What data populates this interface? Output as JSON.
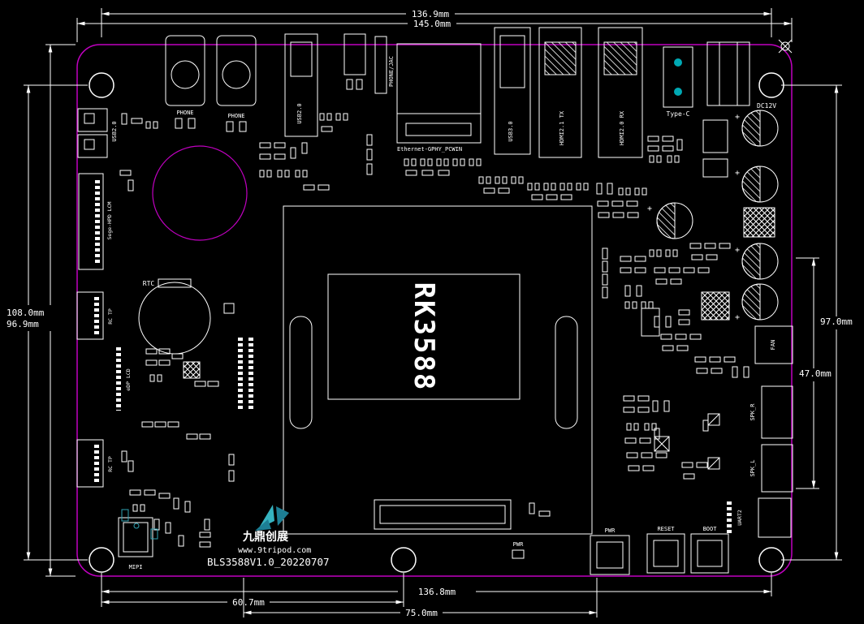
{
  "colors": {
    "background": "#000000",
    "silkscreen": "#ffffff",
    "board_outline": "#c000c0",
    "watermark": "#2fa3b4",
    "typec_pad": "#00a9b4"
  },
  "dimensions": {
    "top_inner": "136.9mm",
    "top_outer": "145.0mm",
    "left_outer": "108.0mm",
    "left_inner": "96.9mm",
    "right_outer": "97.0mm",
    "right_inner": "47.0mm",
    "bottom_full": "136.8mm",
    "bottom_left": "60.7mm",
    "bottom_right": "75.0mm"
  },
  "cpu": {
    "label": "RK3588"
  },
  "connectors": {
    "phone1_label": "PHONE",
    "phone2_label": "PHONE",
    "usb20_top_label": "USB2.0",
    "headphone_label": "PHONE/JAC",
    "ethernet_label": "Ethernet-GPHY_PCWIN",
    "usb30_label": "USB3.0",
    "hdmi_tx_label": "HDMI2.1 TX",
    "hdmi_rx_label": "HDMI2.0 RX",
    "typec_label": "Type-C",
    "dc_jack_label": "DC12V",
    "usb20_left_label": "USB2.0",
    "lcm_label": "Sege-HPD LCM",
    "touch1_label": "RC TP",
    "edp_label": "eDP LCD",
    "touch2_label": "RC TP",
    "mipi_label": "MIPI",
    "rtc_label": "RTC",
    "fan_label": "FAN",
    "spk_r_label": "SPK_R",
    "spk_l_label": "SPK_L",
    "uart2_label": "UART2"
  },
  "buttons": {
    "power_label": "PWR",
    "reset_label": "RESET",
    "boot_label": "BOOT"
  },
  "indicators": {
    "power_led_label": "PWR"
  },
  "symbols": {
    "polarity_plus": "+"
  },
  "board": {
    "title": "BLS3588V1.0_20220707"
  },
  "watermark": {
    "company": "九鼎创展",
    "website": "www.9tripod.com"
  }
}
